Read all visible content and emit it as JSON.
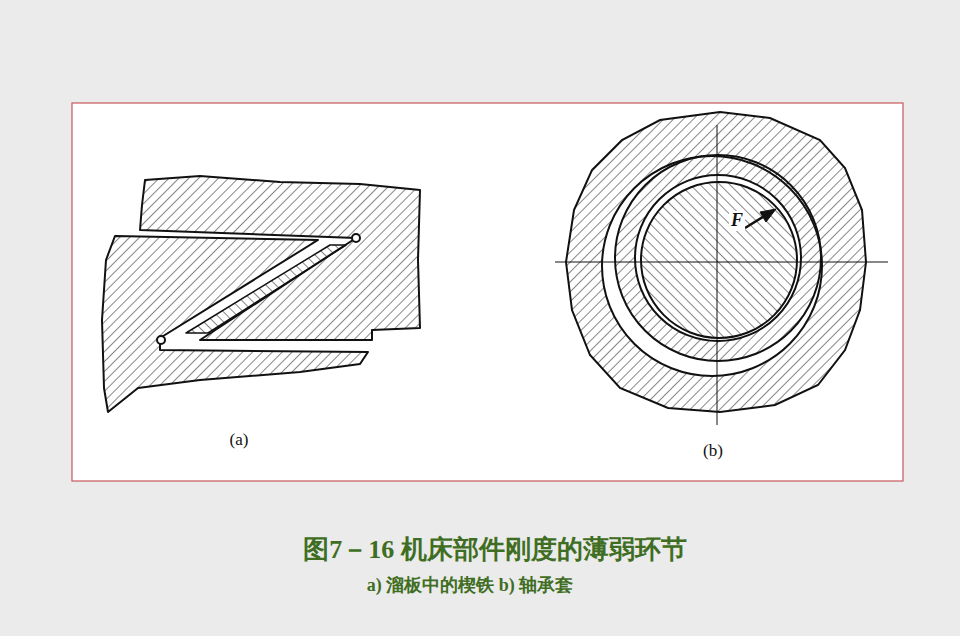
{
  "diagram": {
    "caption": "图7－16 机床部件刚度的薄弱环节",
    "labels": [
      "(a)",
      "(b)",
      "F",
      "a) 溜板中的楔铁 b) 轴承套"
    ]
  }
}
